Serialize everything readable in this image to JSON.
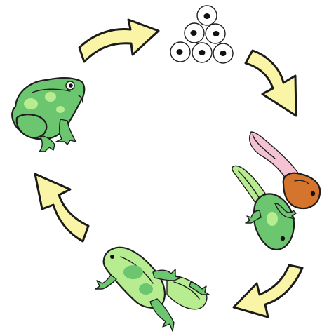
{
  "diagram": {
    "kind": "life-cycle",
    "stages": [
      {
        "name": "eggs"
      },
      {
        "name": "tadpole"
      },
      {
        "name": "tadpole-with-legs"
      },
      {
        "name": "froglet"
      },
      {
        "name": "adult-frog"
      }
    ],
    "colors": {
      "arrow_fill": "#FAF5A6",
      "outline": "#1D1D1D",
      "frog_green": "#6CC66F",
      "frog_light_green": "#B7EC90",
      "tadpole_brown": "#D5742C",
      "tadpole_tail_pink": "#F3C3D4",
      "egg_white": "#FFFFFF",
      "egg_nucleus": "#111111"
    }
  }
}
